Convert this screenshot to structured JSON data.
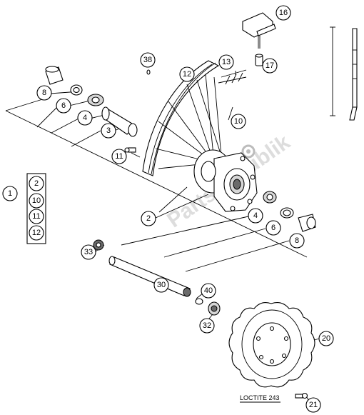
{
  "diagram": {
    "callouts": {
      "c16": "16",
      "c38": "38",
      "c13": "13",
      "c17": "17",
      "c12": "12",
      "c8": "8",
      "c6": "6",
      "c4": "4",
      "c3": "3",
      "c10": "10",
      "c11": "11",
      "c1": "1",
      "c2_box": "2",
      "c10_box": "10",
      "c11_box": "11",
      "c12_box": "12",
      "c2": "2",
      "c4b": "4",
      "c6b": "6",
      "c8b": "8",
      "c33": "33",
      "c30": "30",
      "c40": "40",
      "c32": "32",
      "c20": "20",
      "c21": "21"
    },
    "loctite_label": "LOCTITE 243",
    "watermark": "PartsRepublik"
  }
}
